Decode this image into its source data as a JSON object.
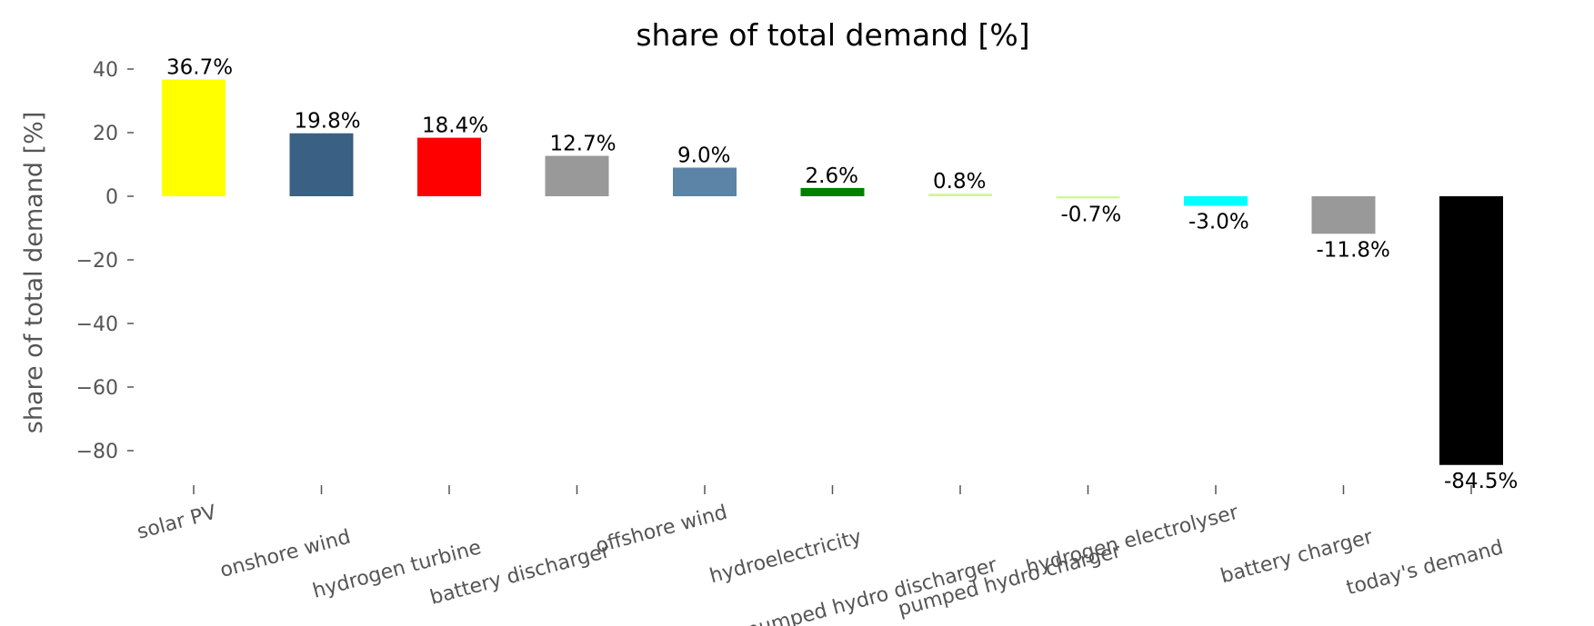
{
  "chart_data": {
    "type": "bar",
    "title": "share of total demand [%]",
    "xlabel": "",
    "ylabel": "share of total demand [%]",
    "ylim": [
      -90,
      45
    ],
    "yticks": [
      40,
      20,
      0,
      -20,
      -40,
      -60,
      -80
    ],
    "ytick_labels": [
      "40",
      "20",
      "0",
      "−20",
      "−40",
      "−60",
      "−80"
    ],
    "grid": false,
    "categories": [
      "solar PV",
      "onshore wind",
      "hydrogen turbine",
      "battery discharger",
      "offshore wind",
      "hydroelectricity",
      "pumped hydro discharger",
      "pumped hydro charger",
      "hydrogen electrolyser",
      "battery charger",
      "today's demand"
    ],
    "values": [
      36.7,
      19.8,
      18.4,
      12.7,
      9.0,
      2.6,
      0.8,
      -0.7,
      -3.0,
      -11.8,
      -84.5
    ],
    "data_labels": [
      "36.7%",
      "19.8%",
      "18.4%",
      "12.7%",
      "9.0%",
      "2.6%",
      "0.8%",
      "-0.7%",
      "-3.0%",
      "-11.8%",
      "-84.5%"
    ],
    "colors": [
      "#ffff00",
      "#3a6083",
      "#ff0000",
      "#999999",
      "#5b84a6",
      "#008000",
      "#d4f59a",
      "#d4f59a",
      "#00ffff",
      "#999999",
      "#000000"
    ]
  }
}
